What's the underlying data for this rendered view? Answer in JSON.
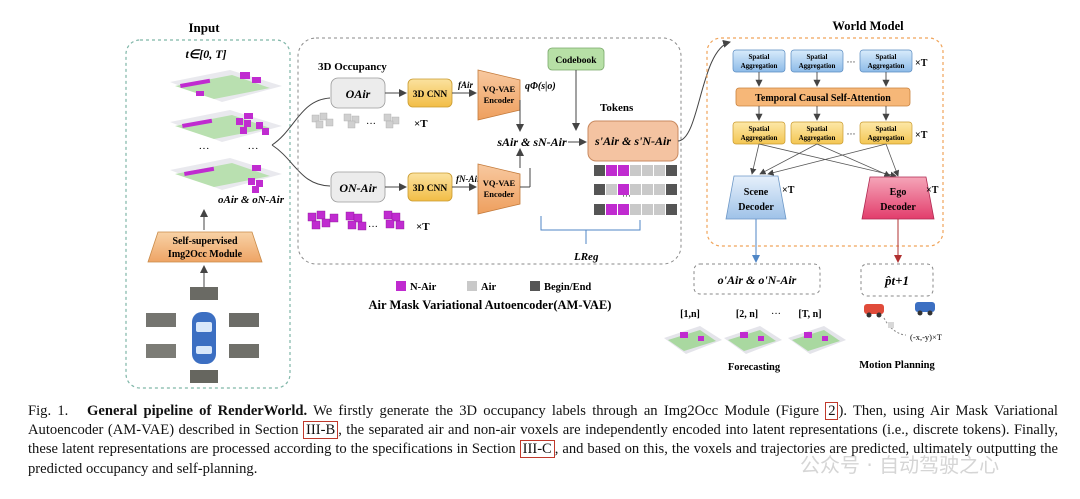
{
  "figure": {
    "input_title": "Input",
    "time_range": "t∈[0, T]",
    "dots": "···",
    "o_air_nair": "oAir & oN-Air",
    "img2occ": [
      "Self-supervised",
      "Img2Occ Module"
    ],
    "occ_title": "3D Occupancy",
    "o_air": "OAir",
    "o_nair": "ON-Air",
    "cnn": "3D CNN",
    "f_air": "fAir",
    "f_nair": "fN-Air",
    "vqvae": [
      "VQ-VAE",
      "Encoder"
    ],
    "q_phi": "qΦ(s|o)",
    "codebook": "Codebook",
    "s_pair": "sAir & sN-Air",
    "tokens_title": "Tokens",
    "s_prime": "s'Air & s'N-Air",
    "times_t": "×T",
    "l_reg": "LReg",
    "legend": [
      "N-Air",
      "Air",
      "Begin/End"
    ],
    "amvae_title": "Air Mask Variational Autoencoder(AM-VAE)",
    "world_model_title": "World Model",
    "spatial_agg": [
      "Spatial",
      "Aggregation"
    ],
    "temporal_attn": "Temporal Causal Self-Attention",
    "scene_decoder": [
      "Scene",
      "Decoder"
    ],
    "ego_decoder": [
      "Ego",
      "Decoder"
    ],
    "o_prime": "o'Air & o'N-Air",
    "p_hat": "p̂t+1",
    "forecast_labels": [
      "[1,n]",
      "[2, n]",
      "[T, n]"
    ],
    "forecasting": "Forecasting",
    "motion_planning": "Motion Planning",
    "traj_label": "(-x,-y)×T",
    "colors": {
      "purple": "#c02bd0",
      "grey": "#c9c9c9",
      "dark": "#555555",
      "orange": "#f4c38a",
      "blue": "#4f86c6",
      "pink": "#e23d6c",
      "green": "#3a8a3a",
      "amber": "#f8cf78"
    }
  },
  "caption": {
    "fig": "Fig. 1.",
    "bold": "General pipeline of RenderWorld.",
    "p1": " We firstly generate the 3D occupancy labels through an Img2Occ Module (Figure ",
    "ref_fig": "2",
    "p2": "). Then, using Air Mask Variational Autoencoder (AM-VAE) described in Section ",
    "ref_1": "III-B",
    "p3": ", the separated air and non-air voxels are independently encoded into latent representations (i.e., discrete tokens). Finally, these latent representations are processed according to the specifications in Section ",
    "ref_2": "III-C",
    "p4": ", and based on this, the voxels and trajectories are predicted, ultimately outputting the predicted occupancy and self-planning."
  },
  "watermark": "公众号 · 自动驾驶之心"
}
